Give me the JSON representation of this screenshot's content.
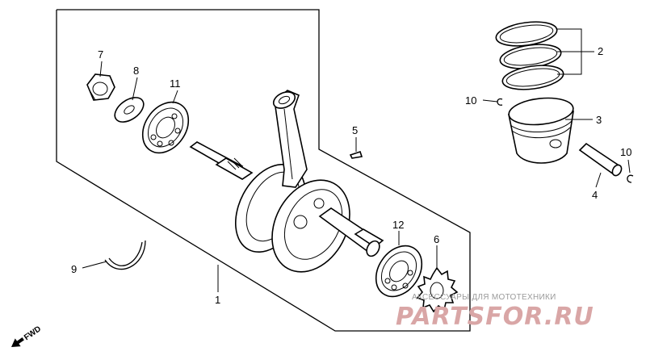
{
  "diagram": {
    "callouts": {
      "p1": "1",
      "p2": "2",
      "p3": "3",
      "p4": "4",
      "p5": "5",
      "p6": "6",
      "p7": "7",
      "p8": "8",
      "p9": "9",
      "p10a": "10",
      "p10b": "10",
      "p11": "11",
      "p12": "12"
    },
    "fwd_label": "FWD"
  },
  "watermark": {
    "tagline": "АКСЕССУАРЫ ДЛЯ МОТОТЕХНИКИ",
    "brand": "PARTSFOR.RU"
  }
}
